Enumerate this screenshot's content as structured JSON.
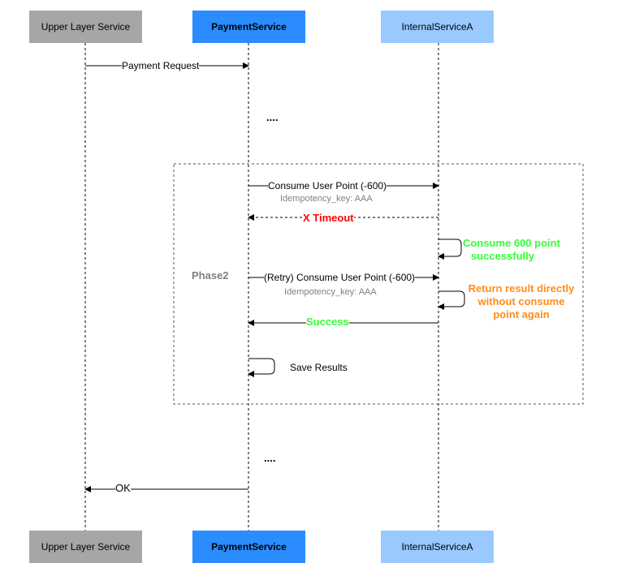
{
  "colors": {
    "upper_box": "#a6a6a6",
    "payment_box": "#2a8cff",
    "internal_box": "#99c9ff",
    "timeout_red": "#ff0000",
    "success_green": "#33ff33",
    "orange_note": "#ff8c1a",
    "gray_text": "#808080"
  },
  "participants": {
    "upper_top": "Upper Layer Service",
    "payment_top": "PaymentService",
    "internal_top": "InternalServiceA",
    "upper_bottom": "Upper Layer Service",
    "payment_bottom": "PaymentService",
    "internal_bottom": "InternalServiceA"
  },
  "messages": {
    "payment_request": "Payment Request",
    "dots_top": "....",
    "consume": "Consume User Point (-600)",
    "idempotency_1": "Idempotency_key: AAA",
    "timeout": "X Timeout",
    "retry_consume": "(Retry) Consume User Point (-600)",
    "idempotency_2": "Idempotency_key: AAA",
    "success": "Success",
    "save_results": "Save Results",
    "dots_bottom": "....",
    "ok": "OK"
  },
  "notes": {
    "consume_success_line1": "Consume 600 point",
    "consume_success_line2": "successfully",
    "return_direct_line1": "Return result directly",
    "return_direct_line2": "without consume",
    "return_direct_line3": "point again"
  },
  "frame": {
    "label": "Phase2"
  }
}
